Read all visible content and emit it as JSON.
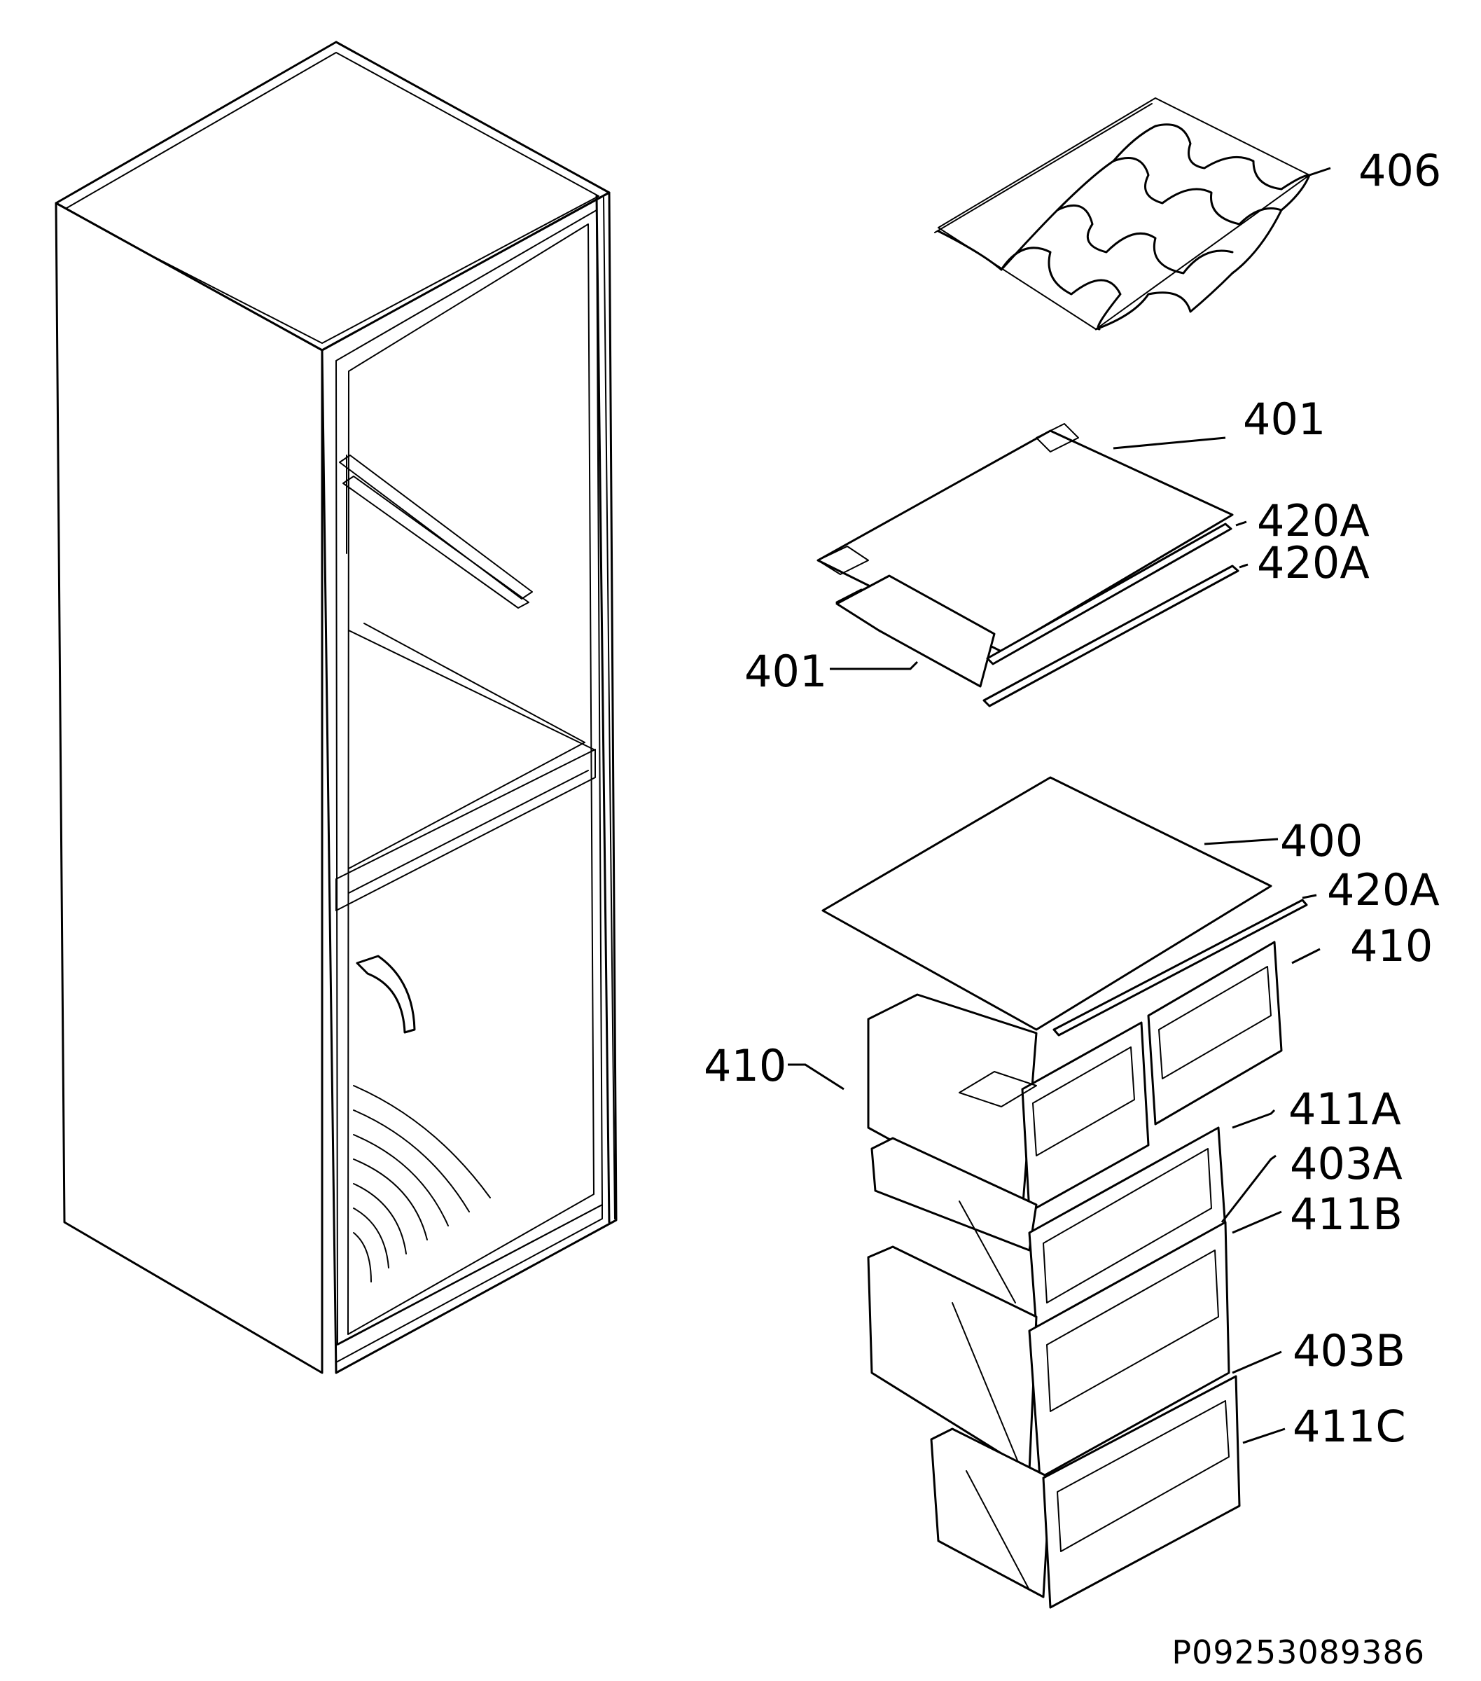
{
  "callouts": {
    "c406": "406",
    "c401_top": "401",
    "c420A_1": "420A",
    "c420A_2": "420A",
    "c401_bottom": "401",
    "c400": "400",
    "c420A_3": "420A",
    "c410_right": "410",
    "c410_left": "410",
    "c411A": "411A",
    "c403A": "403A",
    "c411B": "411B",
    "c403B": "403B",
    "c411C": "411C"
  },
  "document_number": "P09253089386",
  "colors": {
    "line": "#000000",
    "background": "#ffffff"
  }
}
